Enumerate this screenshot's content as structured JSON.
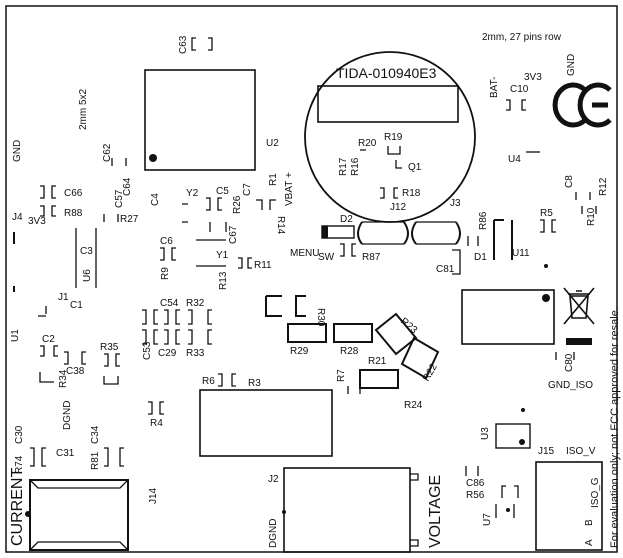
{
  "board": {
    "id": "TIDA-010940E3",
    "ce_mark": "CE",
    "disclaimer": "For evaluation only; not FCC approved for resale.",
    "header_note": "2mm, 27 pins row",
    "note_2mm": "2mm 5x2"
  },
  "labels": {
    "c63": "C63",
    "c62": "C62",
    "u2": "U2",
    "c64": "C64",
    "c66": "C66",
    "r88": "R88",
    "c57": "C57",
    "c4": "C4",
    "y2": "Y2",
    "c5": "C5",
    "c7": "C7",
    "r1": "R1",
    "vbat": "VBAT +",
    "r26": "R26",
    "r14": "R14",
    "c67": "C67",
    "r27": "R27",
    "j4": "J4",
    "v3a": "3V3",
    "c3": "C3",
    "c6": "C6",
    "y1": "Y1",
    "u6": "U6",
    "r11": "R11",
    "menu": "MENU",
    "sw": "SW",
    "r87": "R87",
    "j1": "J1",
    "c1": "C1",
    "r13": "R13",
    "r9": "R9",
    "c54": "C54",
    "r32": "R32",
    "c53": "C53",
    "c29": "C29",
    "r33": "R33",
    "u1": "U1",
    "c2": "C2",
    "r35": "R35",
    "r34": "R34",
    "c38": "C38",
    "r6": "R6",
    "r3": "R3",
    "r4": "R4",
    "gnd_left": "GND",
    "r20": "R20",
    "r19": "R19",
    "r17": "R17",
    "r16": "R16",
    "q1": "Q1",
    "r18": "R18",
    "j12": "J12",
    "d2": "D2",
    "j3": "J3",
    "r86": "R86",
    "d1": "D1",
    "u11": "U11",
    "c81": "C81",
    "r5": "R5",
    "c8": "C8",
    "r12": "R12",
    "r10": "R10",
    "u4": "U4",
    "bat_minus": "BAT-",
    "c10": "C10",
    "v3b": "3V3",
    "gnd_top": "GND",
    "r30": "R30",
    "r29": "R29",
    "r28": "R28",
    "r23": "R23",
    "r21": "R21",
    "r22": "R22",
    "r7": "R7",
    "r24": "R24",
    "c80": "C80",
    "gnd_iso": "GND_ISO",
    "u3": "U3",
    "j15": "J15",
    "iso_v": "ISO_V",
    "iso_g": "ISO_G",
    "a": "A",
    "b": "B",
    "c86": "C86",
    "r56": "R56",
    "u7": "U7",
    "j2": "J2",
    "dgnd_a": "DGND",
    "dgnd_b": "DGND",
    "voltage": "VOLTAGE",
    "current": "CURRENT",
    "r74": "R74",
    "c30": "C30",
    "c31": "C31",
    "c34": "C34",
    "r81": "R81",
    "j14": "J14"
  },
  "icons": {
    "weee": "crossed-bin-icon",
    "ce": "ce-mark-icon"
  }
}
